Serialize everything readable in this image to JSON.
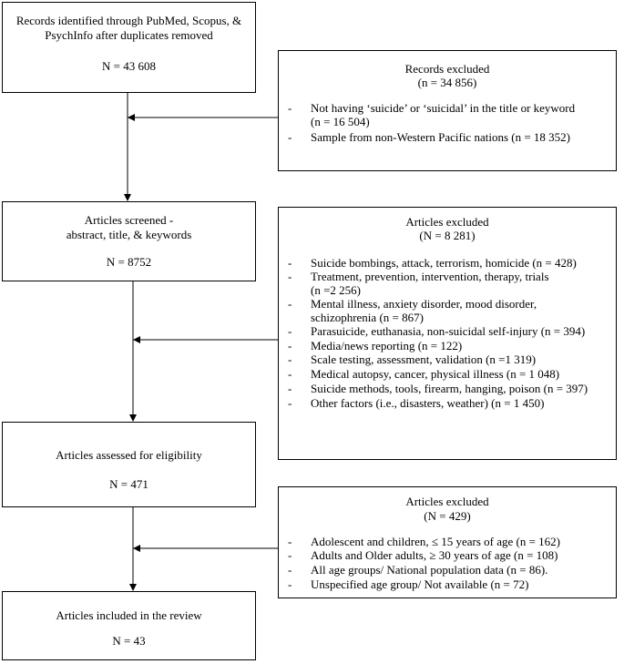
{
  "main_boxes": [
    {
      "lines": [
        "Records identified through PubMed, Scopus, &",
        "PsychInfo after duplicates removed"
      ],
      "count": "N = 43 608"
    },
    {
      "lines": [
        "Articles screened -",
        "abstract, title, & keywords"
      ],
      "count": "N = 8752"
    },
    {
      "lines": [
        "Articles assessed for eligibility"
      ],
      "count": "N = 471"
    },
    {
      "lines": [
        "Articles included in the review"
      ],
      "count": "N = 43"
    }
  ],
  "excluded_boxes": [
    {
      "title": "Records excluded",
      "count": "(n = 34 856)",
      "items": [
        {
          "bullet": "-",
          "lines": [
            "Not having ‘suicide’ or ‘suicidal’ in the title or keyword",
            "(n = 16 504)"
          ]
        },
        {
          "bullet": "-",
          "lines": [
            "Sample from non-Western Pacific nations (n = 18 352)"
          ]
        }
      ]
    },
    {
      "title": "Articles excluded",
      "count": "(N = 8 281)",
      "items": [
        {
          "bullet": "-",
          "lines": [
            "Suicide bombings, attack, terrorism, homicide (n = 428)"
          ]
        },
        {
          "bullet": "-",
          "lines": [
            "Treatment, prevention, intervention, therapy, trials",
            "(n =2 256)"
          ]
        },
        {
          "bullet": "-",
          "lines": [
            "Mental illness, anxiety disorder, mood disorder,",
            "schizophrenia (n = 867)"
          ]
        },
        {
          "bullet": "-",
          "lines": [
            "Parasuicide, euthanasia, non-suicidal self-injury (n = 394)"
          ]
        },
        {
          "bullet": "-",
          "lines": [
            "Media/news reporting (n = 122)"
          ]
        },
        {
          "bullet": "-",
          "lines": [
            "Scale testing, assessment, validation (n =1 319)"
          ]
        },
        {
          "bullet": "-",
          "lines": [
            "Medical autopsy, cancer, physical illness (n = 1 048)"
          ]
        },
        {
          "bullet": "-",
          "lines": [
            "Suicide methods, tools, firearm, hanging, poison (n = 397)"
          ]
        },
        {
          "bullet": "-",
          "lines": [
            "Other factors (i.e., disasters, weather) (n = 1 450)"
          ]
        }
      ]
    },
    {
      "title": "Articles excluded",
      "count": "(N = 429)",
      "items": [
        {
          "bullet": "-",
          "lines": [
            "Adolescent and children, ≤ 15 years of age (n = 162)"
          ]
        },
        {
          "bullet": "-",
          "lines": [
            "Adults and Older adults, ≥ 30 years of age (n = 108)"
          ]
        },
        {
          "bullet": "-",
          "lines": [
            "All age groups/ National population data (n = 86)."
          ]
        },
        {
          "bullet": "-",
          "lines": [
            "Unspecified age group/ Not available (n = 72)"
          ]
        }
      ]
    }
  ]
}
